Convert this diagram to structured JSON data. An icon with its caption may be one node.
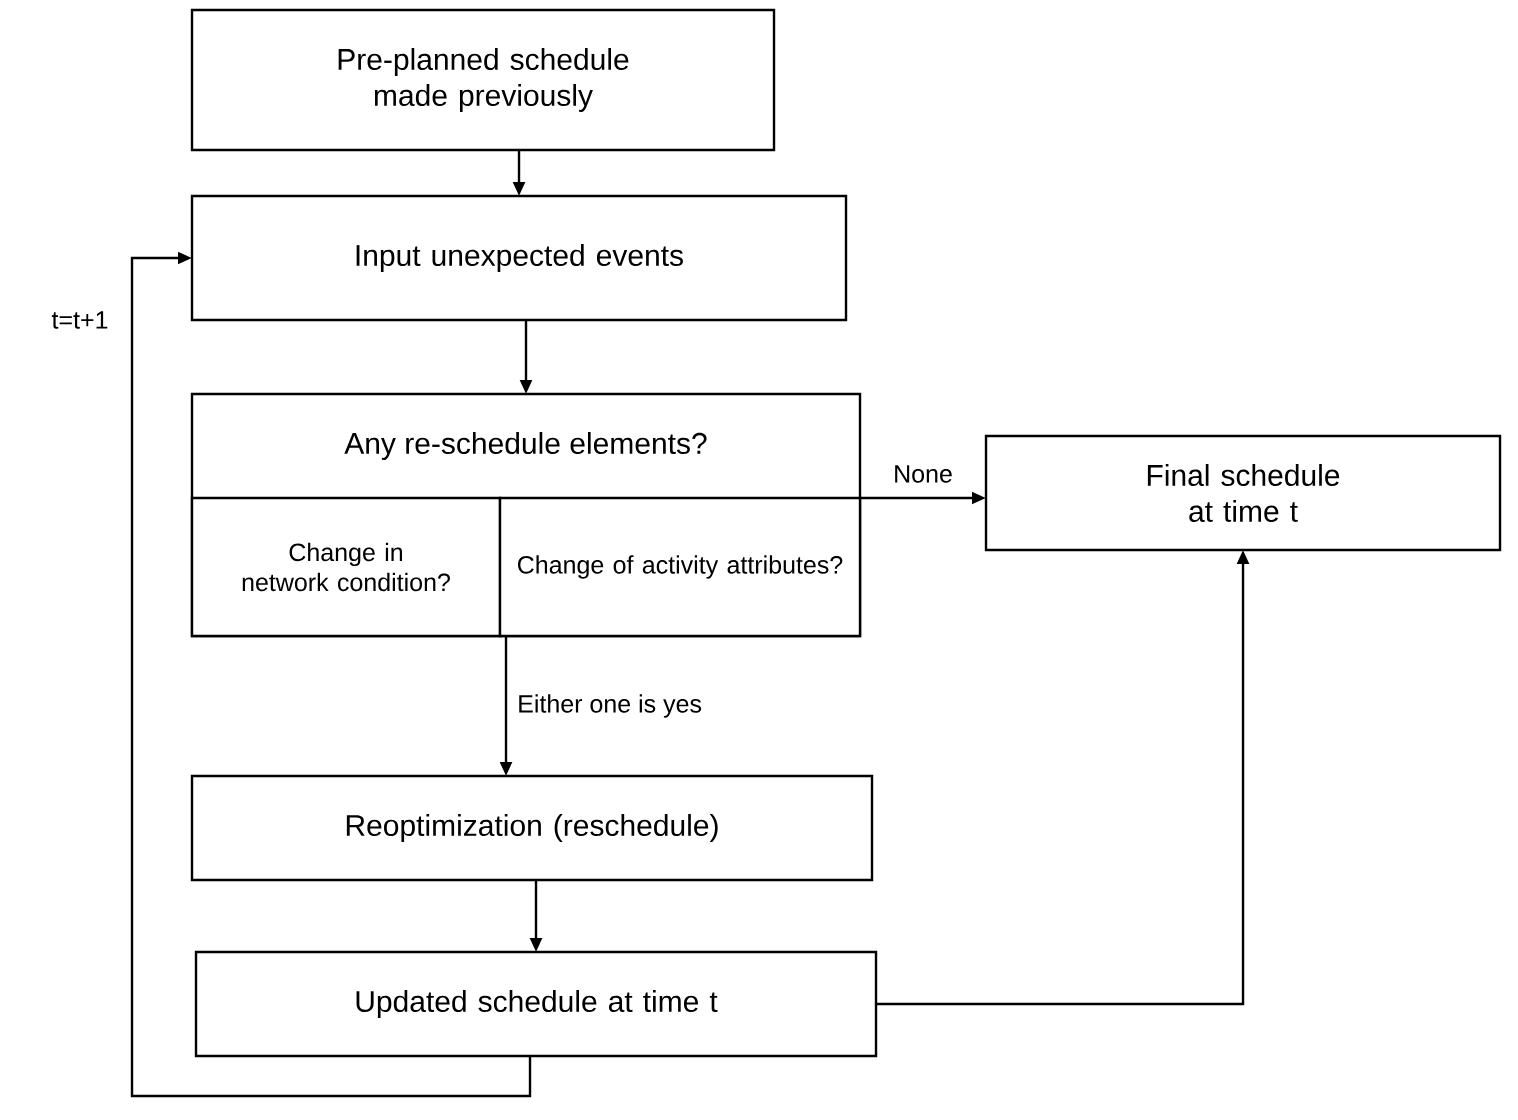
{
  "diagram": {
    "nodes": [
      {
        "text": [
          "Pre-planned schedule made previously"
        ]
      },
      {
        "text": [
          "Input unexpected events"
        ]
      },
      {
        "text": [
          "Any re-schedule elements?"
        ]
      },
      {
        "text": [
          "Change in network condition?"
        ],
        "in": 2
      },
      {
        "text": [
          "Change of activity attributes?"
        ],
        "in": 2
      },
      {
        "text": [
          "Final schedule at time t"
        ]
      },
      {
        "text": [
          "Reoptimization (reschedule)"
        ]
      },
      {
        "text": [
          "Updated schedule at time t"
        ]
      }
    ],
    "edges": [
      {
        "from": 0,
        "to": 1,
        "arrow": "to"
      },
      {
        "from": 1,
        "to": 2,
        "arrow": "to"
      },
      {
        "from": 2,
        "to": 5,
        "arrow": "to",
        "label": "None"
      },
      {
        "from": 2,
        "to": 6,
        "arrow": "to",
        "label": "Either one is yes"
      },
      {
        "from": 6,
        "to": 7,
        "arrow": "to"
      },
      {
        "from": 7,
        "to": 5,
        "arrow": "to"
      },
      {
        "from": 7,
        "to": 1,
        "arrow": "to",
        "label": "t=t+1"
      }
    ]
  }
}
